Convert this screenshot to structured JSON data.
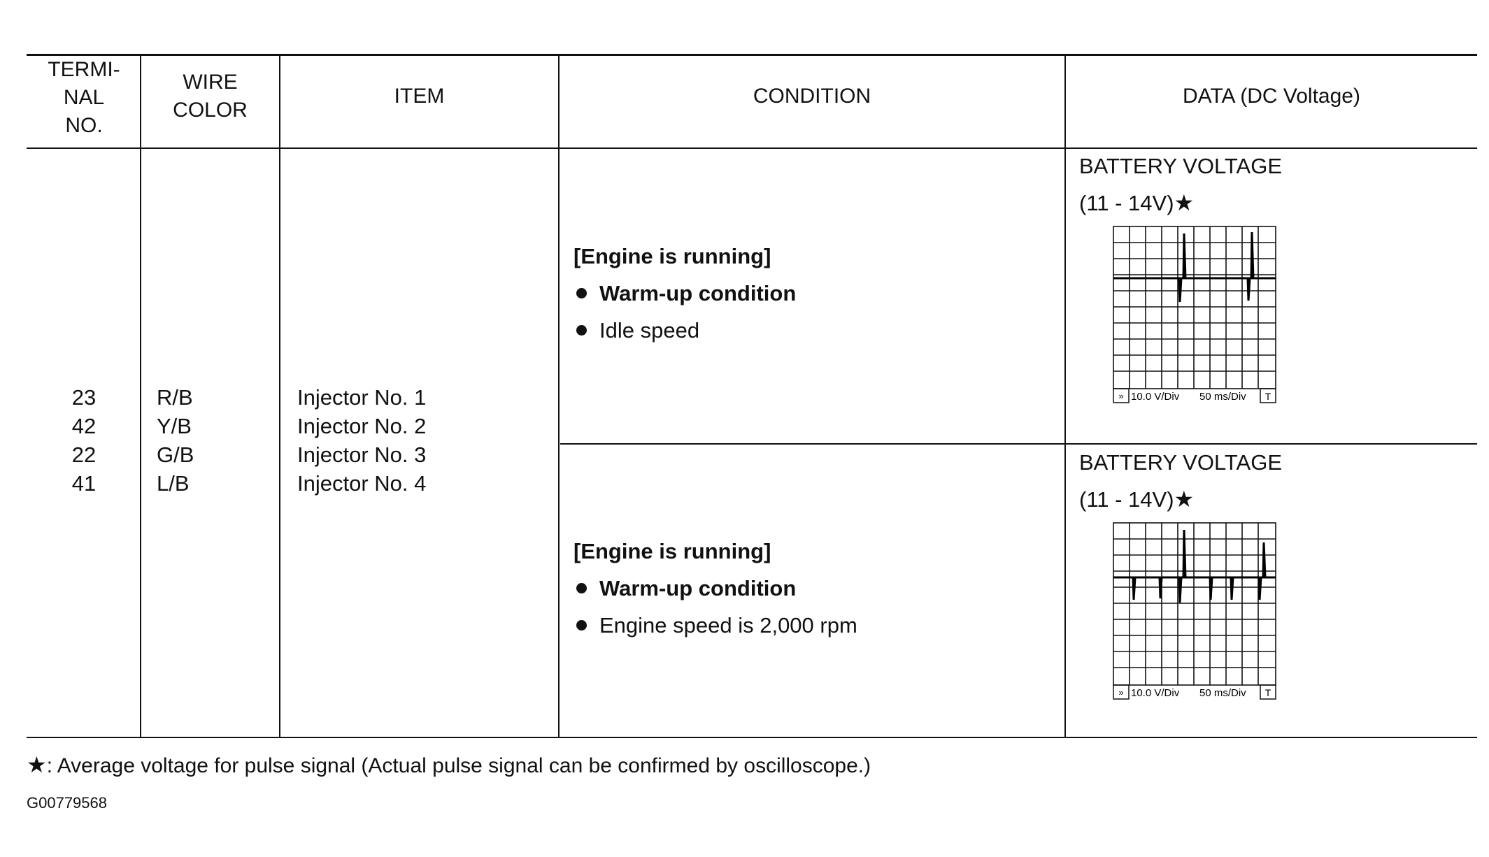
{
  "headers": {
    "terminal": [
      "TERMI-",
      "NAL",
      "NO."
    ],
    "wire_color": [
      "WIRE",
      "COLOR"
    ],
    "item": "ITEM",
    "condition": "CONDITION",
    "data": "DATA (DC Voltage)"
  },
  "rows": {
    "terminals": [
      "23",
      "42",
      "22",
      "41"
    ],
    "wire_colors": [
      "R/B",
      "Y/B",
      "G/B",
      "L/B"
    ],
    "items": [
      "Injector No. 1",
      "Injector No. 2",
      "Injector No. 3",
      "Injector No. 4"
    ]
  },
  "conditions": [
    {
      "heading": "[Engine is running]",
      "bullet_bold": "Warm-up condition",
      "bullet_normal": "Idle speed",
      "data_line1": "BATTERY VOLTAGE",
      "data_line2": "(11 - 14V)",
      "star": "★",
      "scope": {
        "arrow": "»",
        "vdiv": "10.0 V/Div",
        "tdiv": "50 ms/Div",
        "t": "T"
      }
    },
    {
      "heading": "[Engine is running]",
      "bullet_bold": "Warm-up condition",
      "bullet_normal": "Engine speed is 2,000 rpm",
      "data_line1": "BATTERY VOLTAGE",
      "data_line2": "(11 - 14V)",
      "star": "★",
      "scope": {
        "arrow": "»",
        "vdiv": "10.0 V/Div",
        "tdiv": "50 ms/Div",
        "t": "T"
      }
    }
  ],
  "footnote": {
    "star": "★",
    "text": ": Average voltage for pulse signal (Actual pulse signal can be confirmed by oscilloscope.)"
  },
  "figure_code": "G00779568"
}
